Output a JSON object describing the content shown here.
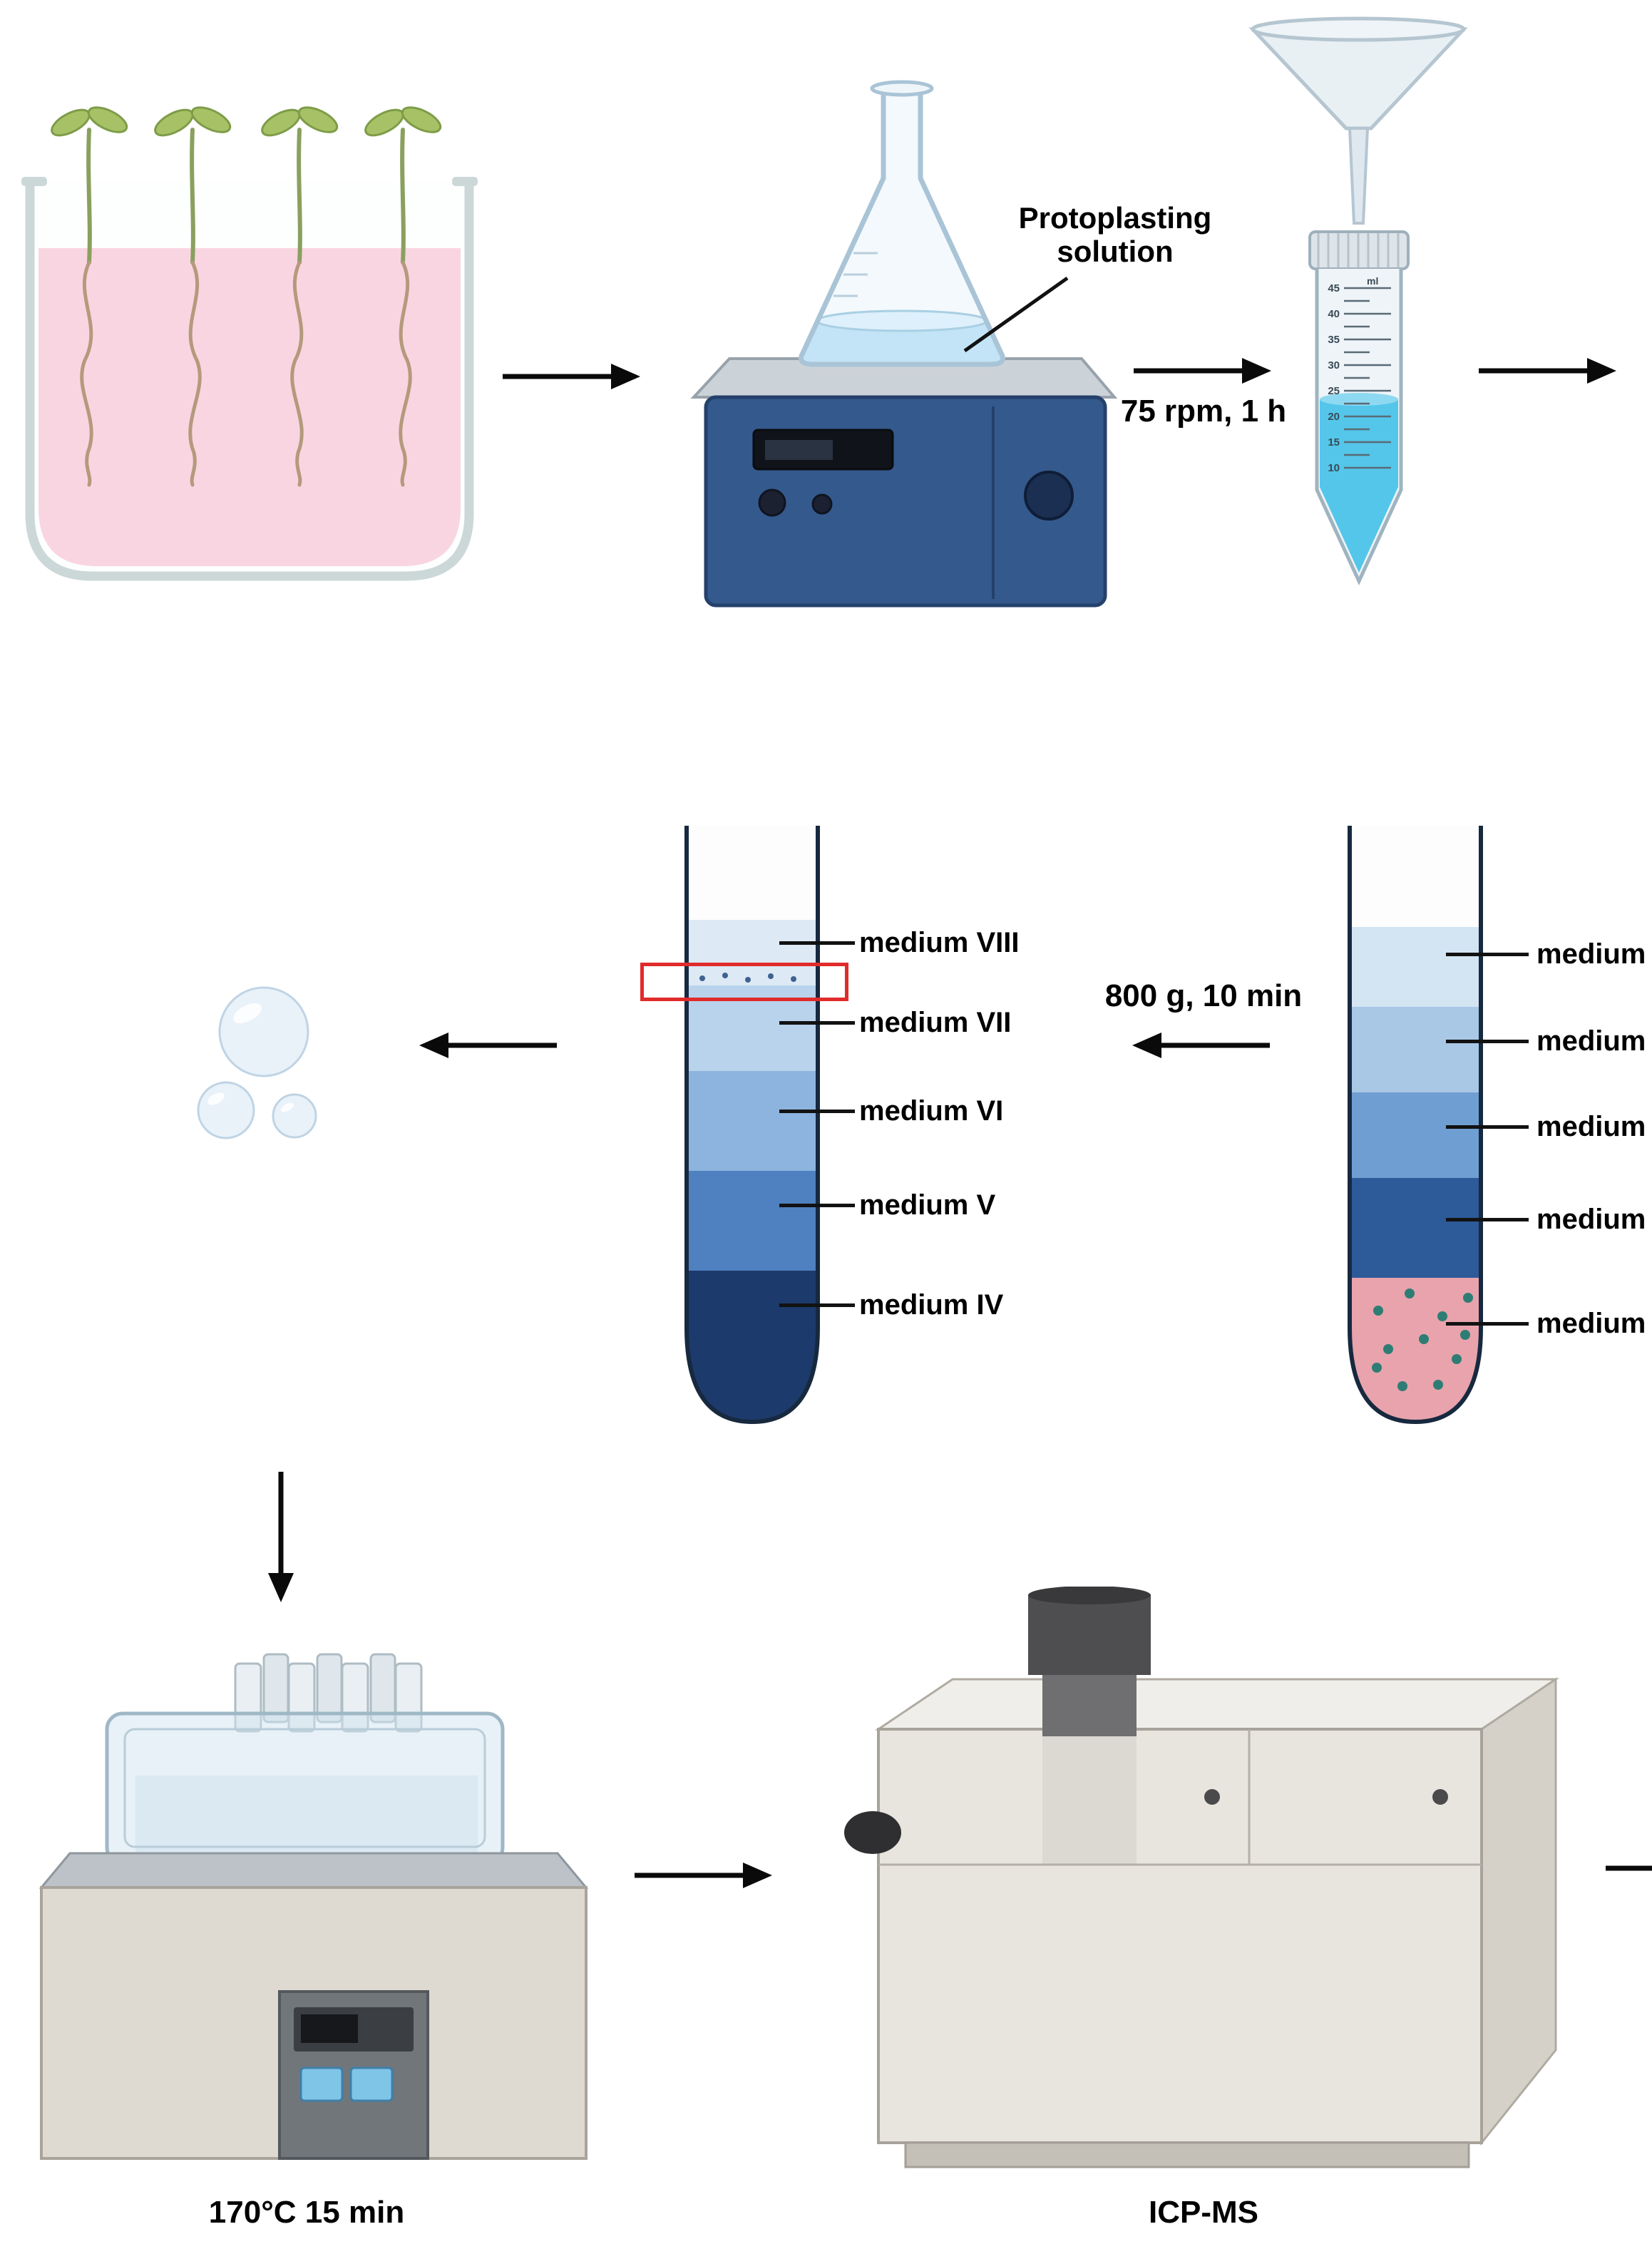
{
  "process": {
    "flask_label": "Protoplasting\nsolution",
    "stir_label": "75 rpm, 1 h",
    "centrifuge_label": "800 g, 10 min",
    "bath_label": "170°C 15 min",
    "icp_label": "ICP-MS"
  },
  "falcon": {
    "unit": "ml",
    "graduations": [
      "45",
      "40",
      "35",
      "30",
      "25",
      "20",
      "15",
      "10"
    ]
  },
  "gradient_tube": {
    "labels": [
      "medium VIII",
      "medium VII",
      "medium VI",
      "medium V",
      "medium IV"
    ],
    "band_colors": [
      "#dde9f5",
      "#b9d3ec",
      "#8db4de",
      "#4f80c0",
      "#1c3a6b"
    ],
    "highlight_color": "#e02b2b"
  },
  "pre_spin_tube": {
    "labels": [
      "medium",
      "medium",
      "medium",
      "medium",
      "medium"
    ],
    "band_colors": [
      "#d3e4f3",
      "#a9c8e6",
      "#6f9ed2",
      "#2d5a99"
    ],
    "pellet_color": "#e8a3ac",
    "dot_color": "#2e7d74"
  }
}
